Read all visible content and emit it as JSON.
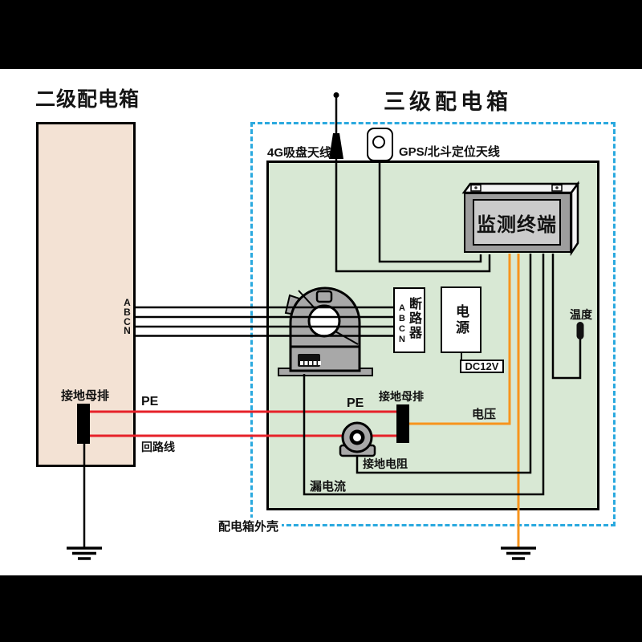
{
  "titles": {
    "secondary_box": "二级配电箱",
    "tertiary_box": "三级配电箱"
  },
  "enclosure_label": "配电箱外壳",
  "antennas": {
    "g4_label": "4G吸盘天线",
    "gps_label": "GPS/北斗定位天线"
  },
  "terminal": {
    "label": "监测终端"
  },
  "breaker": {
    "label": "断路器"
  },
  "power": {
    "label": "电源",
    "dc_label": "DC12V"
  },
  "phases": [
    "A",
    "B",
    "C",
    "N"
  ],
  "measurements": {
    "temperature": "温度",
    "voltage": "电压",
    "leakage_current": "漏电流",
    "ground_resistance": "接地电阻"
  },
  "grounding": {
    "busbar_left_label": "接地母排",
    "busbar_right_label": "接地母排",
    "pe_left": "PE",
    "pe_right": "PE",
    "loop_line": "回路线"
  },
  "colors": {
    "letterbox": "#000000",
    "secondary_box_fill": "#f3e2d4",
    "tertiary_inner_fill": "#d8e8d4",
    "enclosure_dash": "#2aa9df",
    "wire_red": "#e62129",
    "wire_orange": "#f7941d",
    "device_gray": "#a8a8a8",
    "terminal_screen_gray": "#cbcbcb"
  }
}
